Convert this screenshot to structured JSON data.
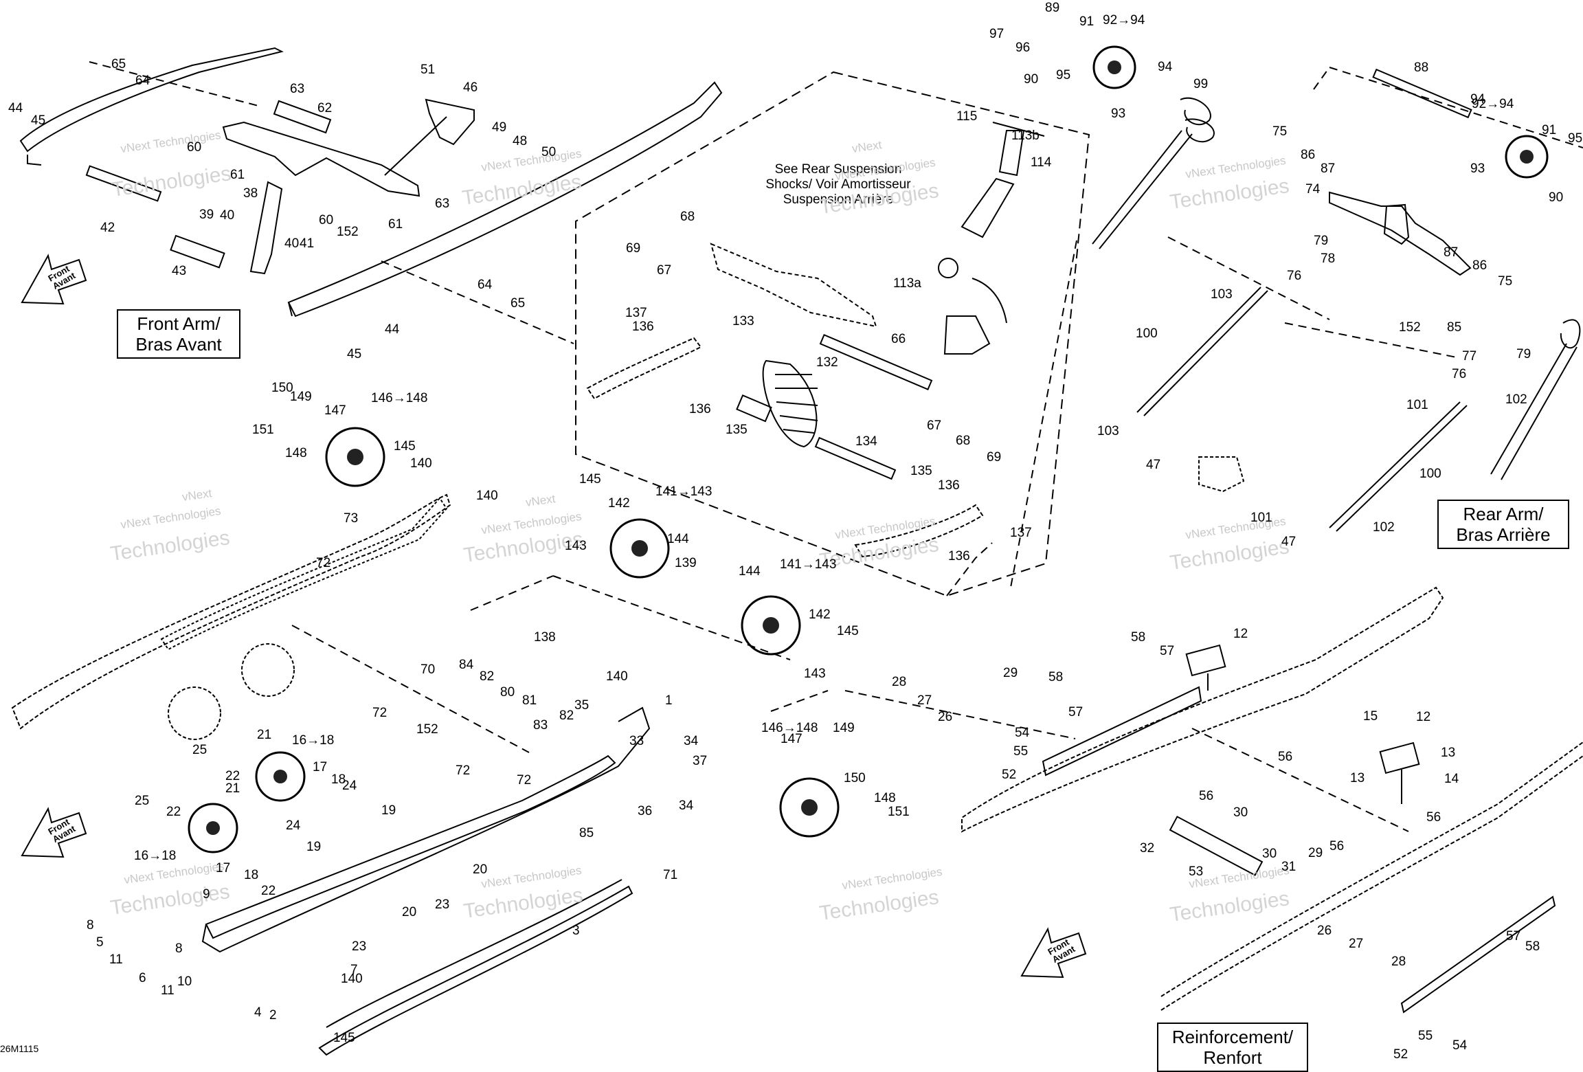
{
  "boxes": {
    "front_arm": [
      "Front Arm/",
      "Bras Avant"
    ],
    "rear_arm": [
      "Rear Arm/",
      "Bras Arrière"
    ],
    "reinforcement": [
      "Reinforcement/",
      "Renfort"
    ]
  },
  "note": [
    "See Rear Suspension",
    "Shocks/ Voir Amortisseur",
    "Suspension Arrière"
  ],
  "front_arrow": [
    "Front",
    "Avant"
  ],
  "watermark": {
    "small": "vNext Technologies",
    "large": "Technologies",
    "brand": "vNext"
  },
  "drawing_code": "26M1115",
  "labels": {
    "sec_front": [
      "65",
      "64",
      "44",
      "45",
      "63",
      "62",
      "51",
      "46",
      "49",
      "48",
      "50",
      "60",
      "61",
      "38",
      "42",
      "39",
      "40",
      "40",
      "41",
      "43",
      "60",
      "152",
      "61",
      "63",
      "64",
      "65",
      "44",
      "45"
    ],
    "sec_shock": [
      "89",
      "91",
      "92→94",
      "97",
      "96",
      "90",
      "95",
      "93",
      "94",
      "115",
      "113b",
      "114",
      "113a",
      "68",
      "69",
      "67",
      "137",
      "136",
      "133",
      "132",
      "66",
      "136",
      "135",
      "67",
      "68",
      "69",
      "134",
      "135",
      "136",
      "137",
      "136"
    ],
    "sec_rear": [
      "99",
      "75",
      "86",
      "87",
      "74",
      "88",
      "94",
      "92→94",
      "93",
      "91",
      "90",
      "95",
      "79",
      "78",
      "103",
      "76",
      "87",
      "86",
      "75",
      "100",
      "152",
      "85",
      "77",
      "79",
      "103",
      "47",
      "101",
      "76",
      "102",
      "100",
      "101",
      "47",
      "102"
    ],
    "sec_wheels": [
      "150",
      "149",
      "146→148",
      "147",
      "151",
      "148",
      "145",
      "140",
      "140",
      "145",
      "142",
      "141→143",
      "143",
      "144",
      "139",
      "144",
      "141→143",
      "142",
      "145",
      "143",
      "73",
      "72"
    ],
    "sec_rails": [
      "138",
      "70",
      "84",
      "82",
      "80",
      "81",
      "83",
      "82",
      "35",
      "72",
      "152",
      "140",
      "1",
      "33",
      "34",
      "37",
      "34",
      "36",
      "72",
      "85",
      "72",
      "71",
      "21",
      "16→18",
      "25",
      "22",
      "17",
      "18",
      "24",
      "21",
      "25",
      "22",
      "19",
      "16→18",
      "17",
      "18",
      "24",
      "19",
      "22",
      "9",
      "20",
      "20",
      "23",
      "23",
      "7",
      "8",
      "5",
      "11",
      "8",
      "6",
      "11",
      "10",
      "2",
      "4",
      "3",
      "140",
      "145",
      "146→148",
      "147",
      "149",
      "150",
      "148",
      "151"
    ],
    "sec_reinf": [
      "58",
      "57",
      "12",
      "28",
      "27",
      "26",
      "29",
      "58",
      "57",
      "54",
      "55",
      "52",
      "56",
      "56",
      "30",
      "32",
      "30",
      "31",
      "29",
      "56",
      "53",
      "26",
      "27",
      "28",
      "57",
      "58",
      "15",
      "12",
      "13",
      "13",
      "14",
      "56",
      "52",
      "55",
      "54"
    ]
  }
}
